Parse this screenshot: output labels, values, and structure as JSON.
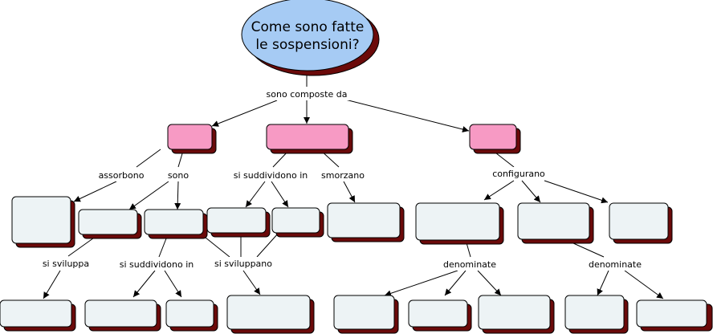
{
  "root": {
    "line1": "Come sono fatte",
    "line2": "le sospensioni?"
  },
  "links": {
    "composed_of": "sono composte da",
    "absorb": "assorbono",
    "are": "sono",
    "subdivided": "si suddividono in",
    "dampen": "smorzano",
    "configure": "configurano",
    "develops": "si sviluppa",
    "subdivided_2": "si suddividono in",
    "develop": "si sviluppano",
    "called_1": "denominate",
    "called_2": "denominate"
  }
}
